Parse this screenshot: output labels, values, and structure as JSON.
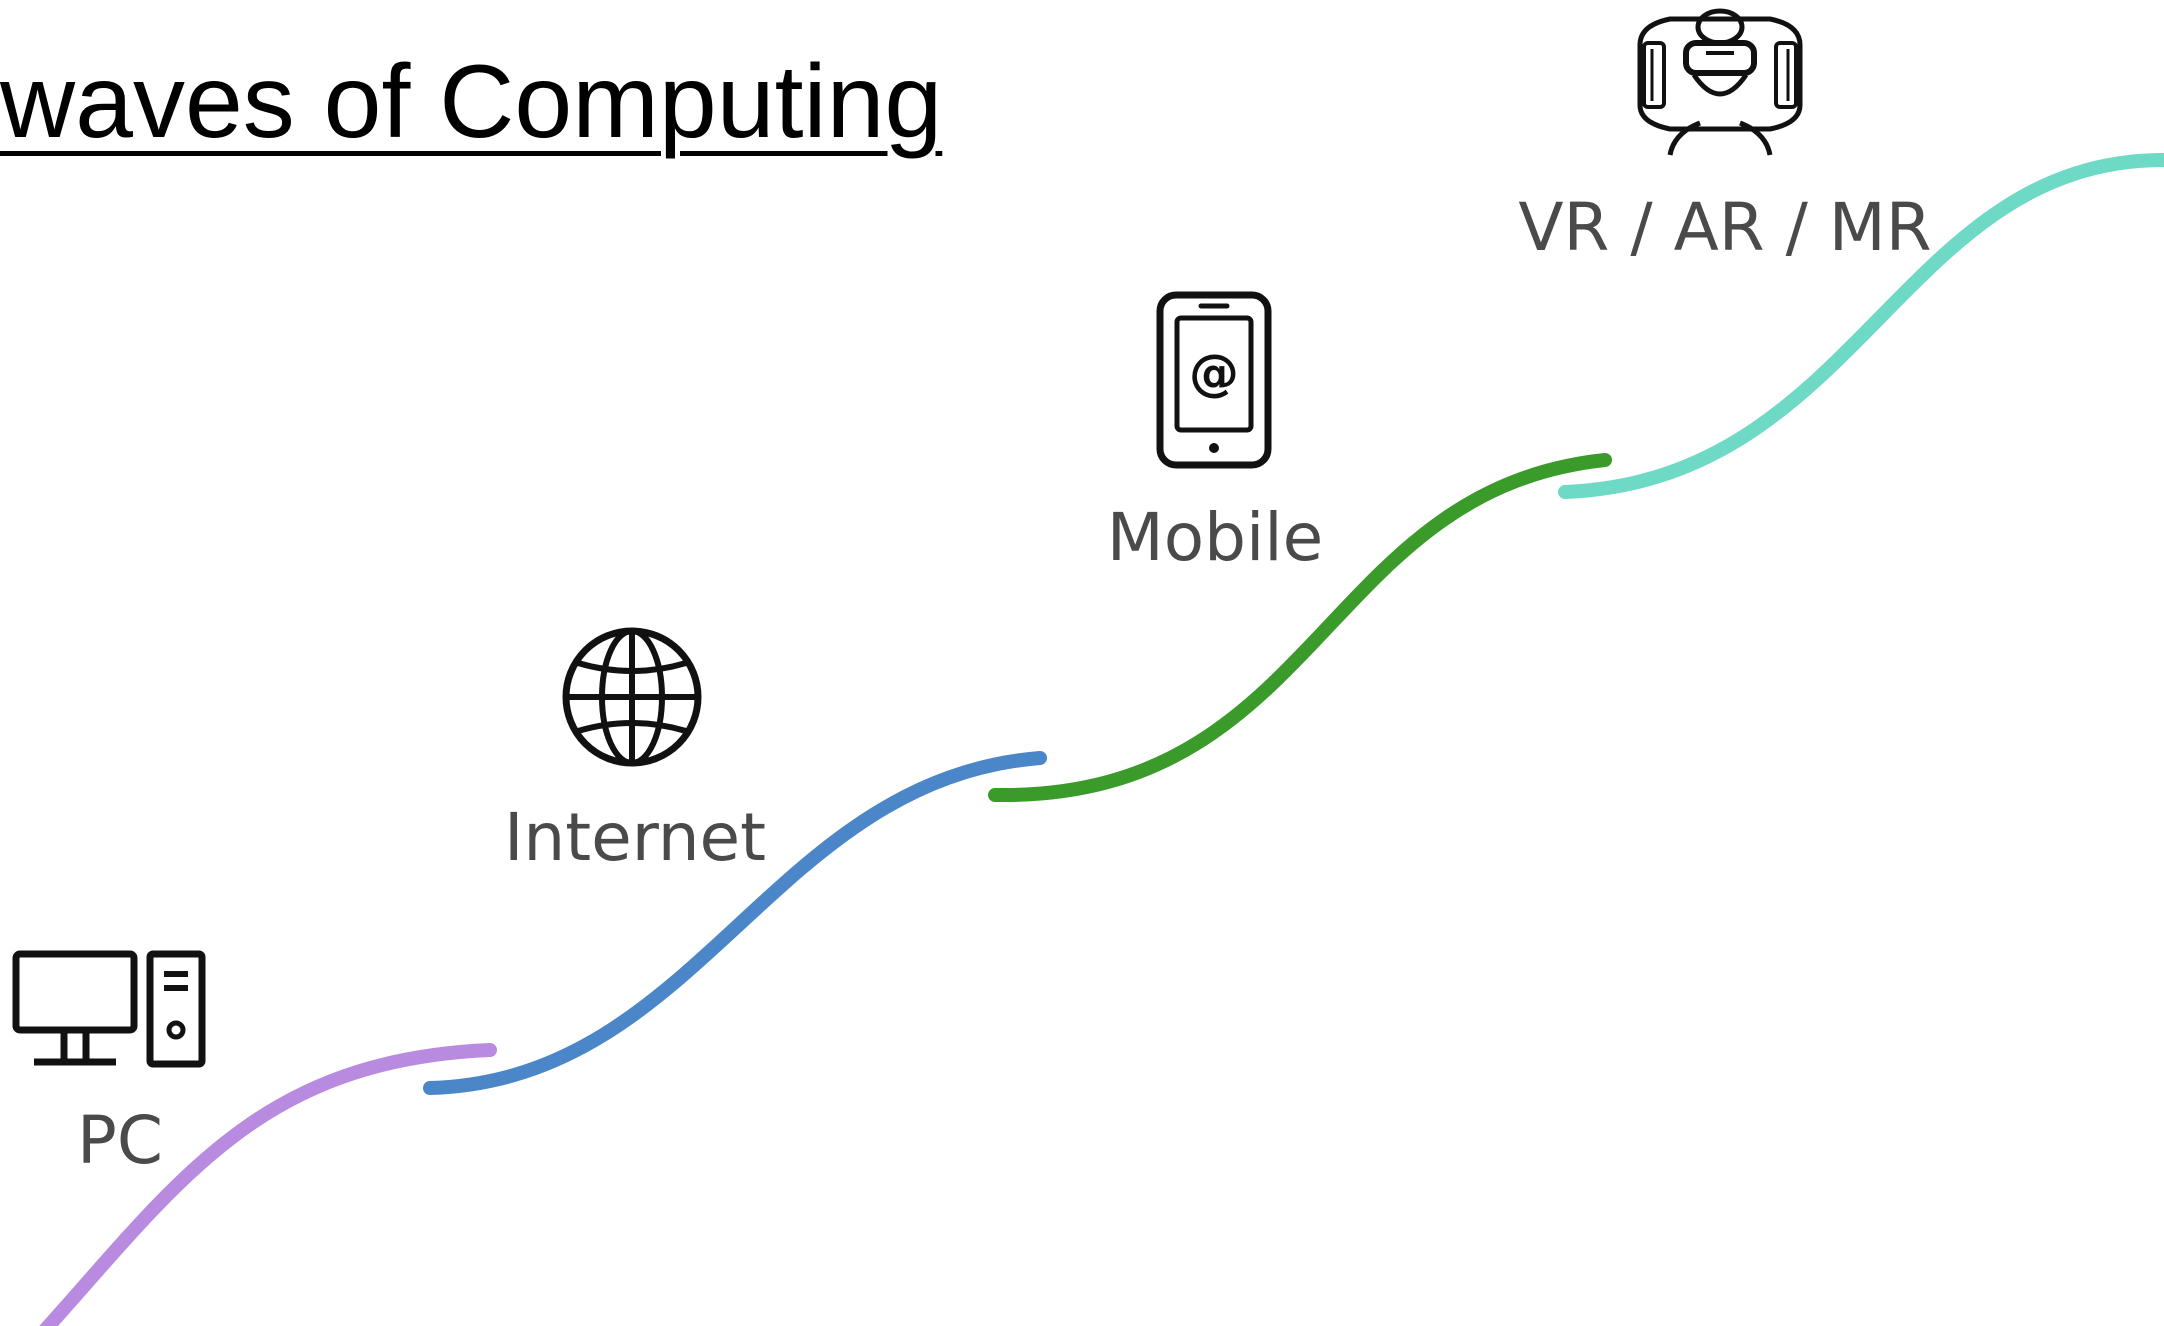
{
  "title": "waves of Computing",
  "stages": [
    {
      "label": "PC",
      "icon": "desktop-computer-icon",
      "color": "#b98be0"
    },
    {
      "label": "Internet",
      "icon": "globe-icon",
      "color": "#4a86c8"
    },
    {
      "label": "Mobile",
      "icon": "smartphone-icon",
      "color": "#3a9a2a"
    },
    {
      "label": "VR / AR / MR",
      "icon": "vr-headset-icon",
      "color": "#6ed9c4"
    }
  ]
}
